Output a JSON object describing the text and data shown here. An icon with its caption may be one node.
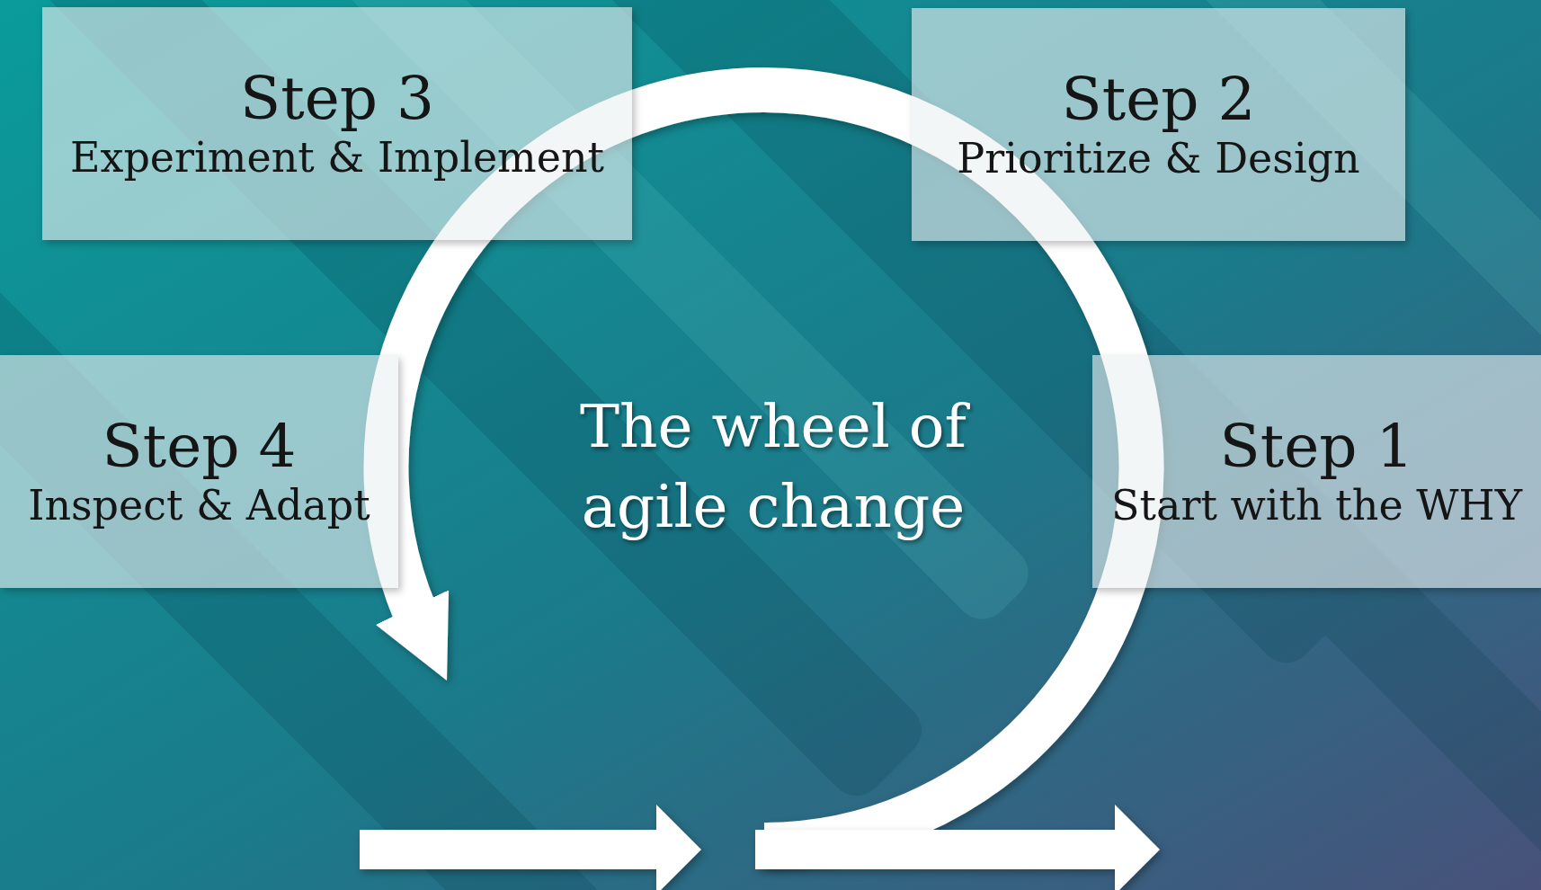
{
  "diagram": {
    "title": "The wheel of agile change",
    "nodes": [
      {
        "text": [
          "Step 3",
          "Experiment & Implement"
        ]
      },
      {
        "text": [
          "Step 2",
          "Prioritize & Design"
        ]
      },
      {
        "text": [
          "Step 4",
          "Inspect & Adapt"
        ]
      },
      {
        "text": [
          "Step 1",
          "Start with the WHY"
        ]
      }
    ]
  }
}
